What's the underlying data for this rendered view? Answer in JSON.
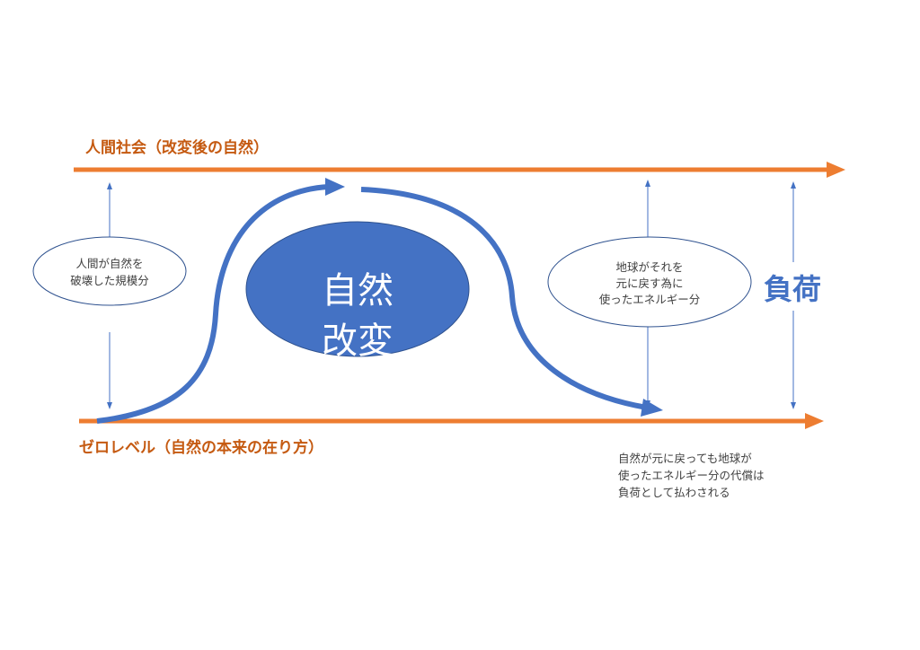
{
  "colors": {
    "orange": "#ED7D31",
    "orange_text": "#C55A11",
    "blue": "#4472C4",
    "thin_line": "#4472C4"
  },
  "top_label": "人間社会（改変後の自然）",
  "bottom_label": "ゼロレベル（自然の本来の在り方）",
  "center": {
    "line1": "自然",
    "line2": "改変"
  },
  "left_bubble": {
    "line1": "人間が自然を",
    "line2": "破壊した規模分"
  },
  "right_bubble": {
    "line1": "地球がそれを",
    "line2": "元に戻す為に",
    "line3": "使ったエネルギー分"
  },
  "load_label": "負荷",
  "note": {
    "line1": "自然が元に戻っても地球が",
    "line2": "使ったエネルギー分の代償は",
    "line3": "負荷として払わされる"
  }
}
